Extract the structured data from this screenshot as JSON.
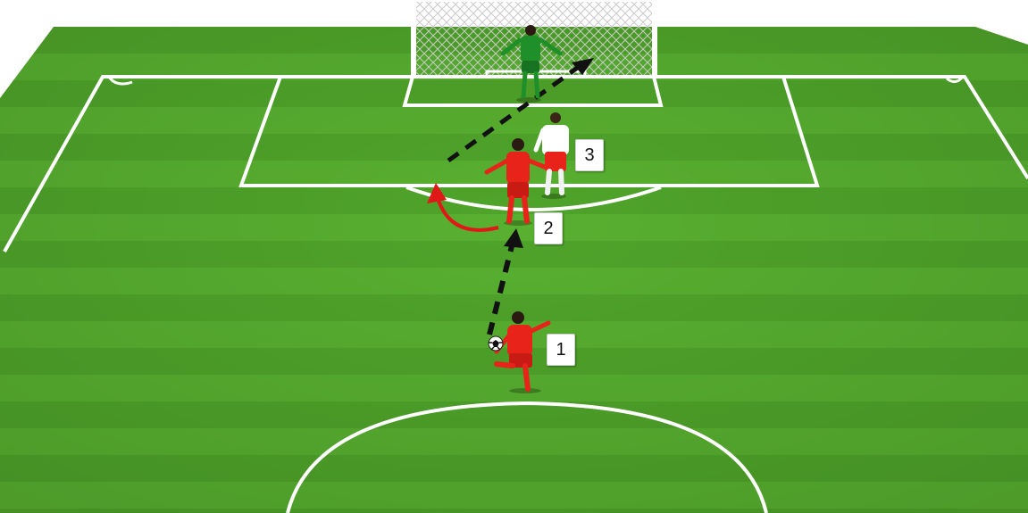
{
  "diagram": {
    "colors": {
      "grass_light": "#58b030",
      "grass_dark": "#4a9a26",
      "line": "#ffffff",
      "attacker_kit": "#e8231a",
      "defender_kit": "#ffffff",
      "defender_shorts": "#e8231a",
      "goalkeeper_kit": "#1f8f2a",
      "pass_arrow": "#111111",
      "run_arrow": "#e01818",
      "sky": "#ffffff"
    },
    "players": [
      {
        "role": "attacker",
        "label": "1",
        "has_ball": true
      },
      {
        "role": "attacker",
        "label": "2",
        "has_ball": false
      },
      {
        "role": "defender",
        "label": "3",
        "has_ball": false
      },
      {
        "role": "goalkeeper",
        "label": "",
        "has_ball": false
      }
    ],
    "movements": [
      {
        "type": "pass",
        "from": "1",
        "to": "2",
        "style": "dashed-black"
      },
      {
        "type": "shot",
        "from": "2",
        "to": "goal",
        "style": "dashed-black"
      },
      {
        "type": "run",
        "player": "2",
        "direction": "curl-left",
        "style": "solid-red"
      }
    ],
    "icons": [
      "soccer-ball-icon",
      "goal-net-icon"
    ]
  }
}
